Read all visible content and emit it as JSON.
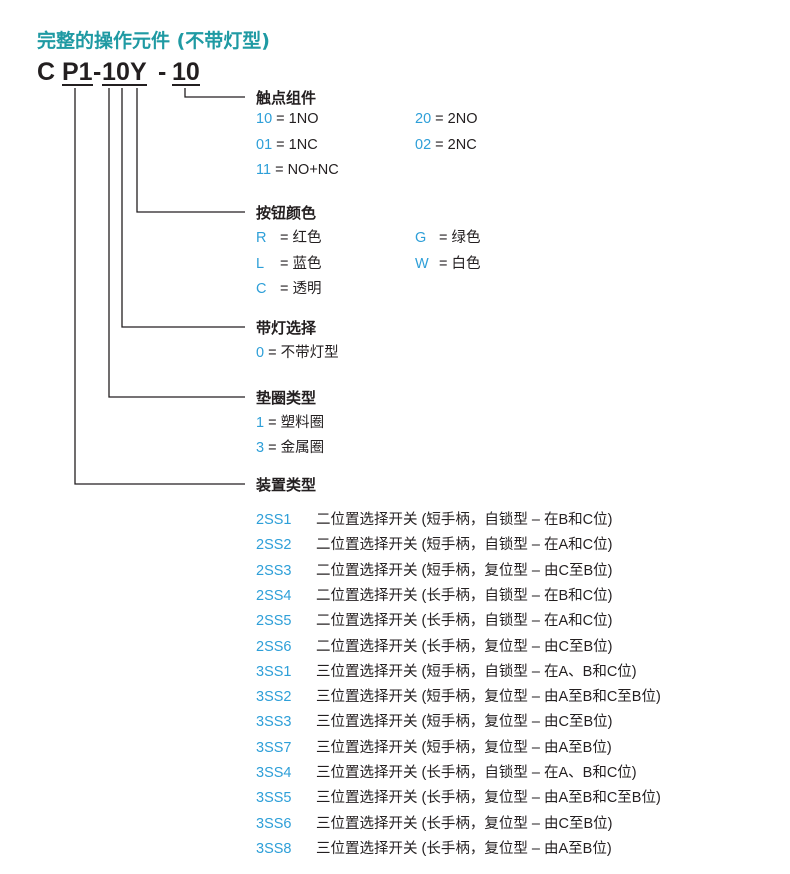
{
  "title": "完整的操作元件 (不带灯型)",
  "code": {
    "c": "C",
    "p1": "P1",
    "d1": "-",
    "one": "1",
    "zero": "0",
    "y": "Y",
    "d2": "-",
    "ten": "10"
  },
  "sections": [
    {
      "head": "触点组件",
      "items": [
        {
          "code": "10",
          "text": "= 1NO"
        },
        {
          "code": "20",
          "text": "= 2NO"
        },
        {
          "code": "01",
          "text": "= 1NC"
        },
        {
          "code": "02",
          "text": "= 2NC"
        },
        {
          "code": "11",
          "text": "= NO+NC"
        }
      ]
    },
    {
      "head": "按钮颜色",
      "items": [
        {
          "code": "R",
          "text": "= 红色"
        },
        {
          "code": "G",
          "text": "= 绿色"
        },
        {
          "code": "L",
          "text": "= 蓝色"
        },
        {
          "code": "W",
          "text": "= 白色"
        },
        {
          "code": "C",
          "text": "= 透明"
        }
      ]
    },
    {
      "head": "带灯选择",
      "items": [
        {
          "code": "0",
          "text": "= 不带灯型"
        }
      ]
    },
    {
      "head": "垫圈类型",
      "items": [
        {
          "code": "1",
          "text": "= 塑料圈"
        },
        {
          "code": "3",
          "text": "= 金属圈"
        }
      ]
    },
    {
      "head": "装置类型",
      "items": [
        {
          "code": "2SS1",
          "text": "二位置选择开关 (短手柄，自锁型 – 在B和C位)"
        },
        {
          "code": "2SS2",
          "text": "二位置选择开关 (短手柄，自锁型 – 在A和C位)"
        },
        {
          "code": "2SS3",
          "text": "二位置选择开关 (短手柄，复位型 – 由C至B位)"
        },
        {
          "code": "2SS4",
          "text": "二位置选择开关 (长手柄，自锁型 – 在B和C位)"
        },
        {
          "code": "2SS5",
          "text": "二位置选择开关 (长手柄，自锁型 – 在A和C位)"
        },
        {
          "code": "2SS6",
          "text": "二位置选择开关 (长手柄，复位型 – 由C至B位)"
        },
        {
          "code": "3SS1",
          "text": "三位置选择开关 (短手柄，自锁型 – 在A、B和C位)"
        },
        {
          "code": "3SS2",
          "text": "三位置选择开关 (短手柄，复位型 – 由A至B和C至B位)"
        },
        {
          "code": "3SS3",
          "text": "三位置选择开关 (短手柄，复位型 – 由C至B位)"
        },
        {
          "code": "3SS7",
          "text": "三位置选择开关 (短手柄，复位型 – 由A至B位)"
        },
        {
          "code": "3SS4",
          "text": "三位置选择开关 (长手柄，自锁型 – 在A、B和C位)"
        },
        {
          "code": "3SS5",
          "text": "三位置选择开关 (长手柄，复位型 – 由A至B和C至B位)"
        },
        {
          "code": "3SS6",
          "text": "三位置选择开关 (长手柄，复位型 – 由C至B位)"
        },
        {
          "code": "3SS8",
          "text": "三位置选择开关 (长手柄，复位型 – 由A至B位)"
        }
      ]
    }
  ]
}
